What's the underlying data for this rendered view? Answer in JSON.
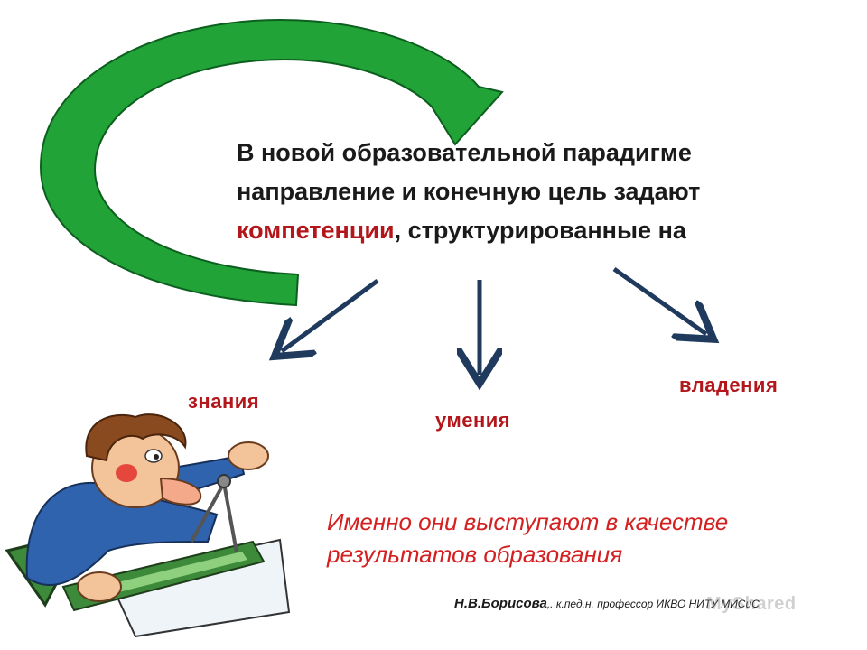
{
  "main_text": {
    "line1": "В новой образовательной парадигме",
    "line2": "направление и конечную цель  задают",
    "highlight": "компетенции",
    "line3_rest": ", структурированные  на"
  },
  "categories": {
    "left": "знания",
    "center": "умения",
    "right": "владения"
  },
  "conclusion": {
    "line1": "Именно они выступают в качестве",
    "line2": "результатов образования"
  },
  "attribution": {
    "author": "Н.В.Борисова",
    "credentials": ",. к.пед.н. профессор ИКВО НИТУ МИСиС"
  },
  "watermark": "MyShared",
  "colors": {
    "arc_green": "#21a337",
    "arc_outline": "#0c5f1e",
    "arrow_navy": "#203a5e",
    "accent_red": "#b3161b",
    "conclusion_red": "#d42020"
  },
  "icons": {
    "arc": "curved-green-arrow-icon",
    "illustration": "draftsman-cartoon-icon"
  }
}
